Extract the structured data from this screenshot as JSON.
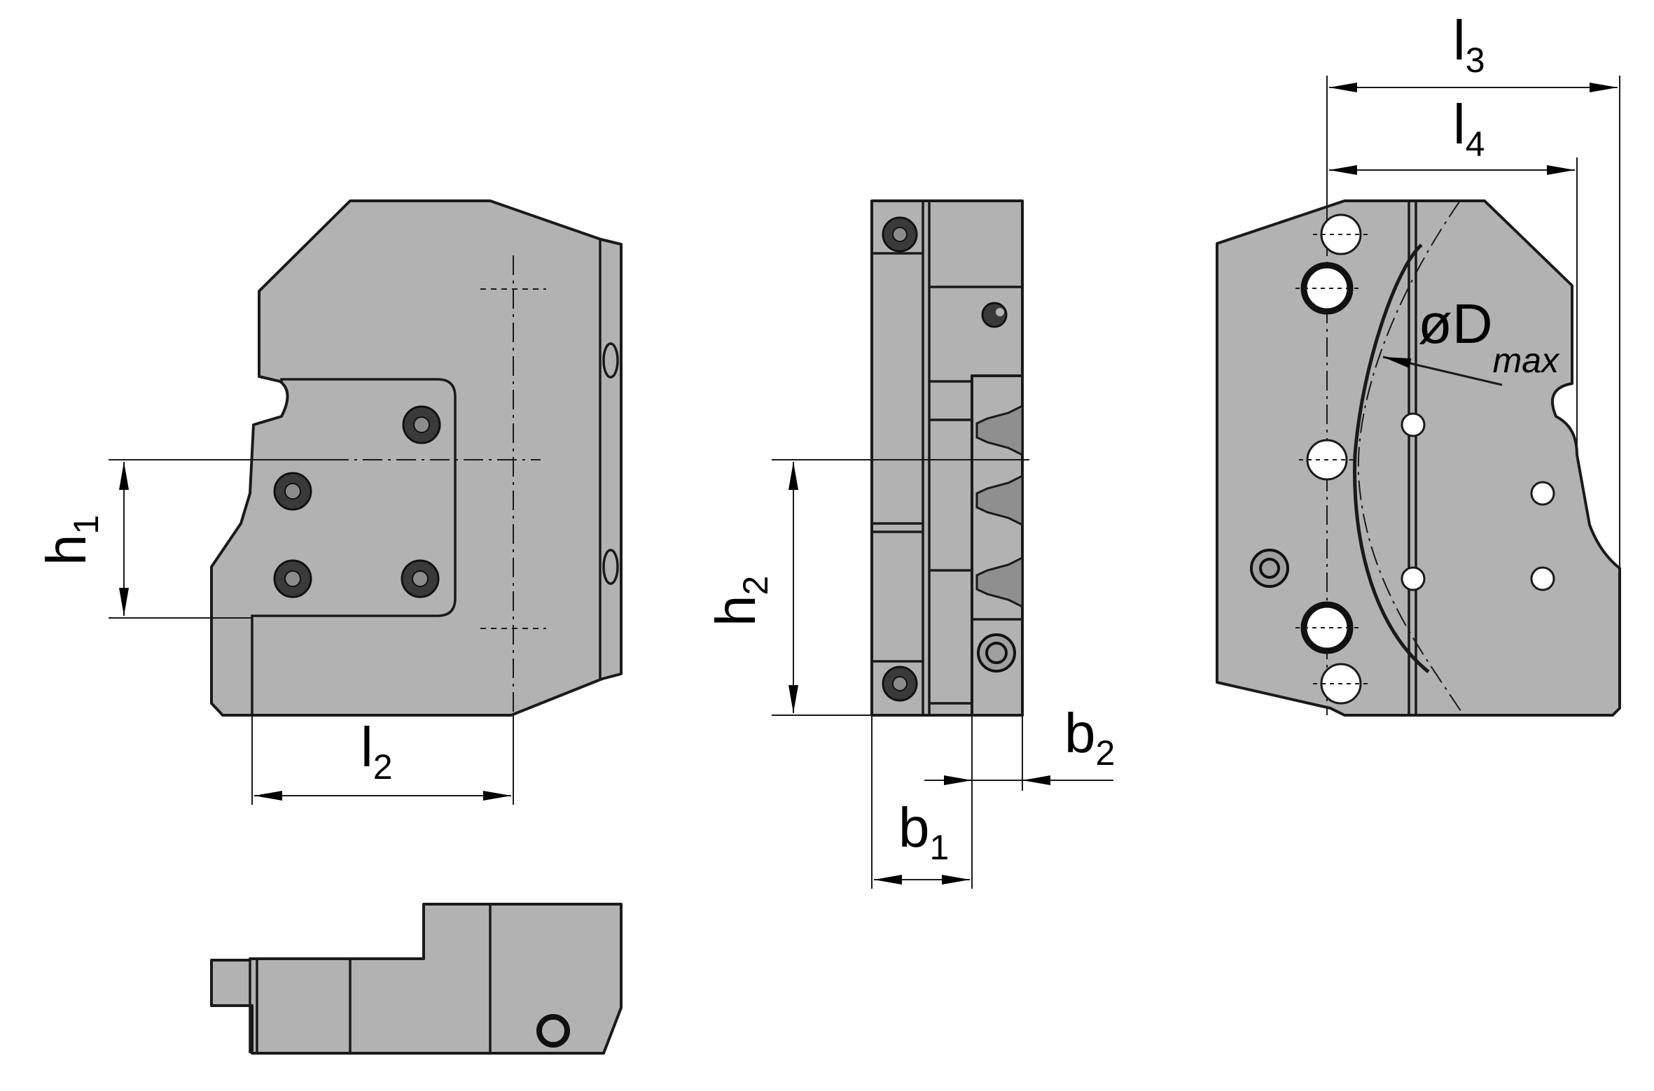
{
  "labels": {
    "h1": {
      "main": "h",
      "sub": "1"
    },
    "l2": {
      "main": "l",
      "sub": "2"
    },
    "h2": {
      "main": "h",
      "sub": "2"
    },
    "b1": {
      "main": "b",
      "sub": "1"
    },
    "b2": {
      "main": "b",
      "sub": "2"
    },
    "l3": {
      "main": "l",
      "sub": "3"
    },
    "l4": {
      "main": "l",
      "sub": "4"
    },
    "dmax": {
      "main": "øD",
      "sub": "max"
    }
  },
  "colors": {
    "part_fill": "#b2b2b2",
    "outline": "#1a1a1a",
    "hole_fill": "#ffffff"
  }
}
